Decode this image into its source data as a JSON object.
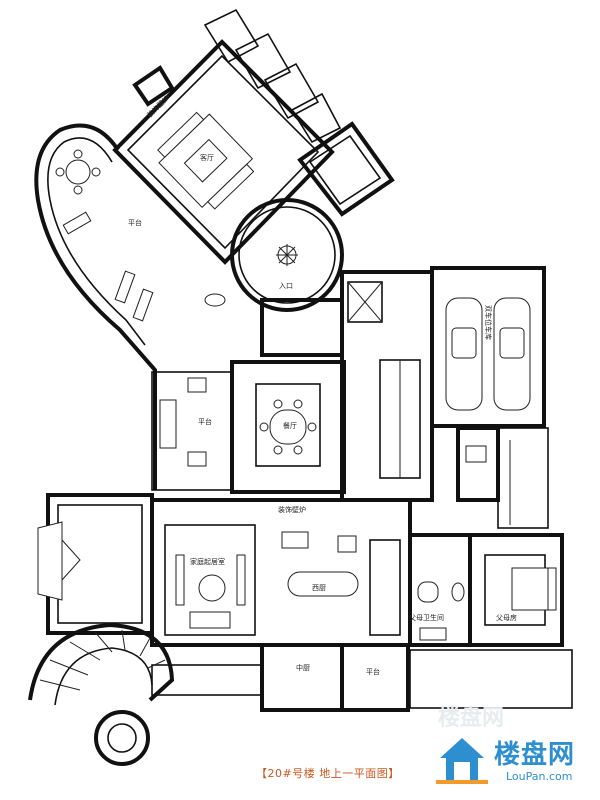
{
  "caption": "【20#号楼 地上一平面图】",
  "watermark": {
    "brand": "楼盘网",
    "url": "LouPan.com"
  },
  "rooms": {
    "fireplace_top": "装饰壁炉",
    "living": "客厅",
    "terrace_left": "平台",
    "entrance": "入口",
    "garage": "双车位车库",
    "terrace_mid": "平台",
    "dining": "餐厅",
    "fireplace_mid": "装饰壁炉",
    "family_room": "家庭起居室",
    "kitchen": "西厨",
    "chinese_kitchen": "中厨",
    "terrace_bottom": "平台",
    "parents_bath": "父母卫生间",
    "parents_room": "父母房"
  }
}
